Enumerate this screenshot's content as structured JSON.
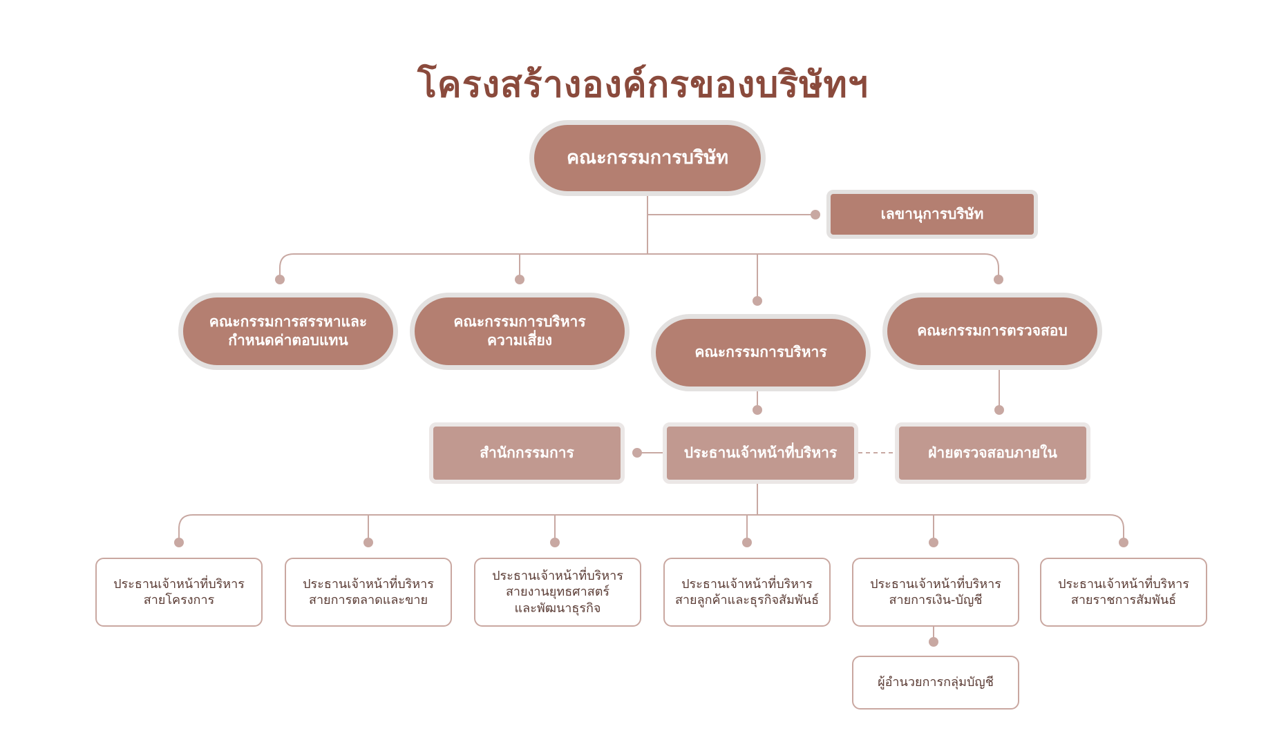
{
  "title": "โครงสร้างองค์กรของบริษัทฯ",
  "colors": {
    "title": "#8a4a3c",
    "dark_node": "#b47f71",
    "light_node": "#c19990",
    "node_border": "#e3e1e0",
    "outline_border": "#c9a7a0",
    "connector": "#c8a8a2"
  },
  "nodes": {
    "board": "คณะกรรมการบริษัท",
    "secretary": "เลขานุการบริษัท",
    "nomination": "คณะกรรมการสรรหาและ\nกำหนดค่าตอบแทน",
    "risk": "คณะกรรมการบริหาร\nความเสี่ยง",
    "executive": "คณะกรรมการบริหาร",
    "audit": "คณะกรรมการตรวจสอบ",
    "board_office": "สำนักกรรมการ",
    "ceo": "ประธานเจ้าหน้าที่บริหาร",
    "internal_audit": "ฝ่ายตรวจสอบภายใน",
    "cxo_projects": "ประธานเจ้าหน้าที่บริหาร\nสายโครงการ",
    "cxo_marketing": "ประธานเจ้าหน้าที่บริหาร\nสายการตลาดและขาย",
    "cxo_strategy": "ประธานเจ้าหน้าที่บริหาร\nสายงานยุทธศาสตร์\nและพัฒนาธุรกิจ",
    "cxo_customer": "ประธานเจ้าหน้าที่บริหาร\nสายลูกค้าและธุรกิจสัมพันธ์",
    "cxo_finance": "ประธานเจ้าหน้าที่บริหาร\nสายการเงิน-บัญชี",
    "cxo_government": "ประธานเจ้าหน้าที่บริหาร\nสายราชการสัมพันธ์",
    "accounting_director": "ผู้อำนวยการกลุ่มบัญชี"
  }
}
